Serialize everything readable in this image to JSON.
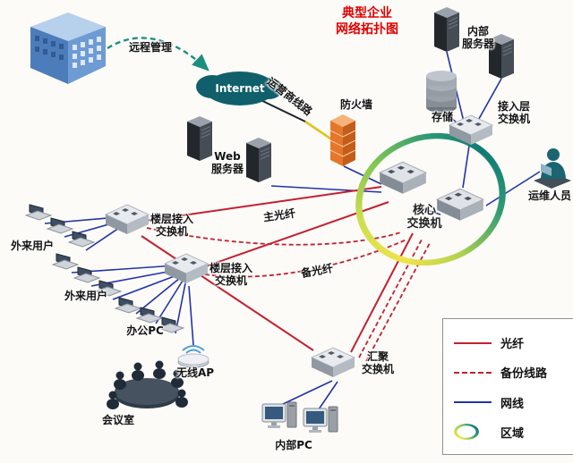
{
  "title": "典型企业\n网络拓扑图",
  "labels": {
    "remote_mgmt": "远程管理",
    "internet": "Internet",
    "carrier_line": "运营商线路",
    "firewall": "防火墙",
    "web_server": "Web\n服务器",
    "internal_server": "内部\n服务器",
    "storage": "存储",
    "access_switch": "接入层\n交换机",
    "ops_staff": "运维人员",
    "core_switch": "核心\n交换机",
    "floor_switch": "楼层接入\n交换机",
    "external_user": "外来用户",
    "office_pc": "办公PC",
    "wireless_ap": "无线AP",
    "meeting_room": "会议室",
    "agg_switch": "汇聚\n交换机",
    "internal_pc": "内部PC",
    "main_fiber": "主光纤",
    "backup_fiber": "备光纤"
  },
  "legend": {
    "items": [
      {
        "label": "光纤",
        "type": "solid-red-line"
      },
      {
        "label": "备份线路",
        "type": "dashed-red-line"
      },
      {
        "label": "网线",
        "type": "solid-blue-line"
      },
      {
        "label": "区域",
        "type": "gradient-ring"
      }
    ]
  },
  "colors": {
    "fiber": "#c42030",
    "backup_line": "#c42030",
    "network_cable": "#2233aa",
    "carrier_segment_yellow": "#e3c221",
    "title_red": "#e00000",
    "zone_ring": [
      "#f2e24a",
      "#7ec455",
      "#0e7a73"
    ]
  }
}
